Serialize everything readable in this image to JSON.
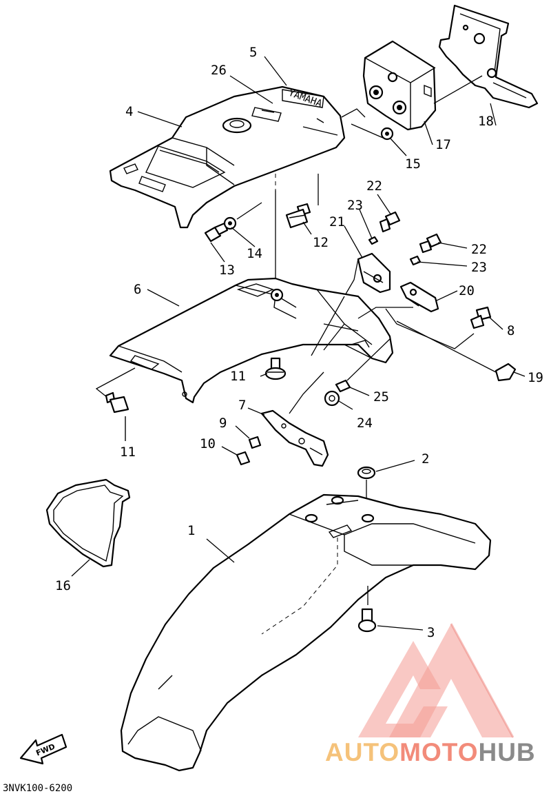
{
  "diagram": {
    "callouts": [
      {
        "id": "c1",
        "label": "1"
      },
      {
        "id": "c2",
        "label": "2"
      },
      {
        "id": "c3",
        "label": "3"
      },
      {
        "id": "c4",
        "label": "4"
      },
      {
        "id": "c5",
        "label": "5"
      },
      {
        "id": "c6",
        "label": "6"
      },
      {
        "id": "c7",
        "label": "7"
      },
      {
        "id": "c8",
        "label": "8"
      },
      {
        "id": "c9",
        "label": "9"
      },
      {
        "id": "c10",
        "label": "10"
      },
      {
        "id": "c11a",
        "label": "11"
      },
      {
        "id": "c11b",
        "label": "11"
      },
      {
        "id": "c12",
        "label": "12"
      },
      {
        "id": "c13",
        "label": "13"
      },
      {
        "id": "c14",
        "label": "14"
      },
      {
        "id": "c15",
        "label": "15"
      },
      {
        "id": "c16",
        "label": "16"
      },
      {
        "id": "c17",
        "label": "17"
      },
      {
        "id": "c18",
        "label": "18"
      },
      {
        "id": "c19",
        "label": "19"
      },
      {
        "id": "c20",
        "label": "20"
      },
      {
        "id": "c21",
        "label": "21"
      },
      {
        "id": "c22a",
        "label": "22"
      },
      {
        "id": "c22b",
        "label": "22"
      },
      {
        "id": "c23a",
        "label": "23"
      },
      {
        "id": "c23b",
        "label": "23"
      },
      {
        "id": "c24",
        "label": "24"
      },
      {
        "id": "c25",
        "label": "25"
      },
      {
        "id": "c26",
        "label": "26"
      }
    ],
    "fwd_label": "FWD",
    "fender_logo": "YAMAHA",
    "diagram_code": "3NVK100-6200"
  },
  "watermark": {
    "word_part1": "AUTO",
    "word_part2": "MOTO",
    "word_part3": "HUB",
    "color_part1": "#f5c27a",
    "color_part2": "#f28b7a",
    "color_part3": "#8a8a8a",
    "triangle_color": "#f07a70"
  }
}
